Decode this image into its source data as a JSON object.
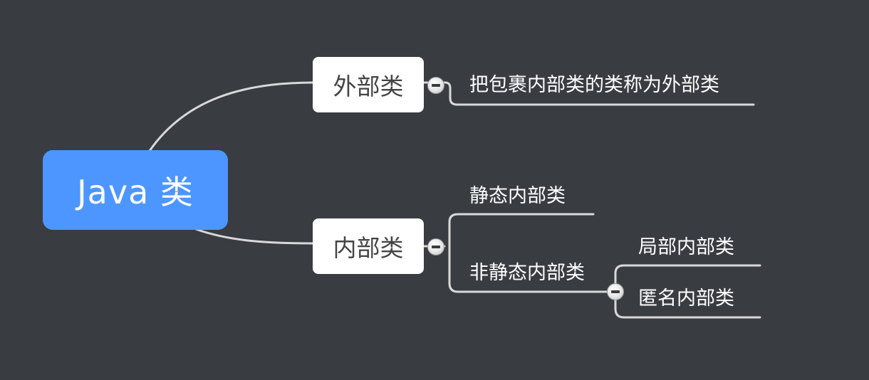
{
  "root": {
    "label": "Java 类"
  },
  "branches": [
    {
      "label": "外部类",
      "children": [
        {
          "label": "把包裹内部类的类称为外部类"
        }
      ]
    },
    {
      "label": "内部类",
      "children": [
        {
          "label": "静态内部类"
        },
        {
          "label": "非静态内部类",
          "children": [
            {
              "label": "局部内部类"
            },
            {
              "label": "匿名内部类"
            }
          ]
        }
      ]
    }
  ],
  "colors": {
    "background": "#393c41",
    "root_fill": "#4d96ff",
    "branch_fill": "#ffffff",
    "connector": "#d9d9d9"
  },
  "icons": {
    "toggle": "collapse-minus-icon"
  }
}
